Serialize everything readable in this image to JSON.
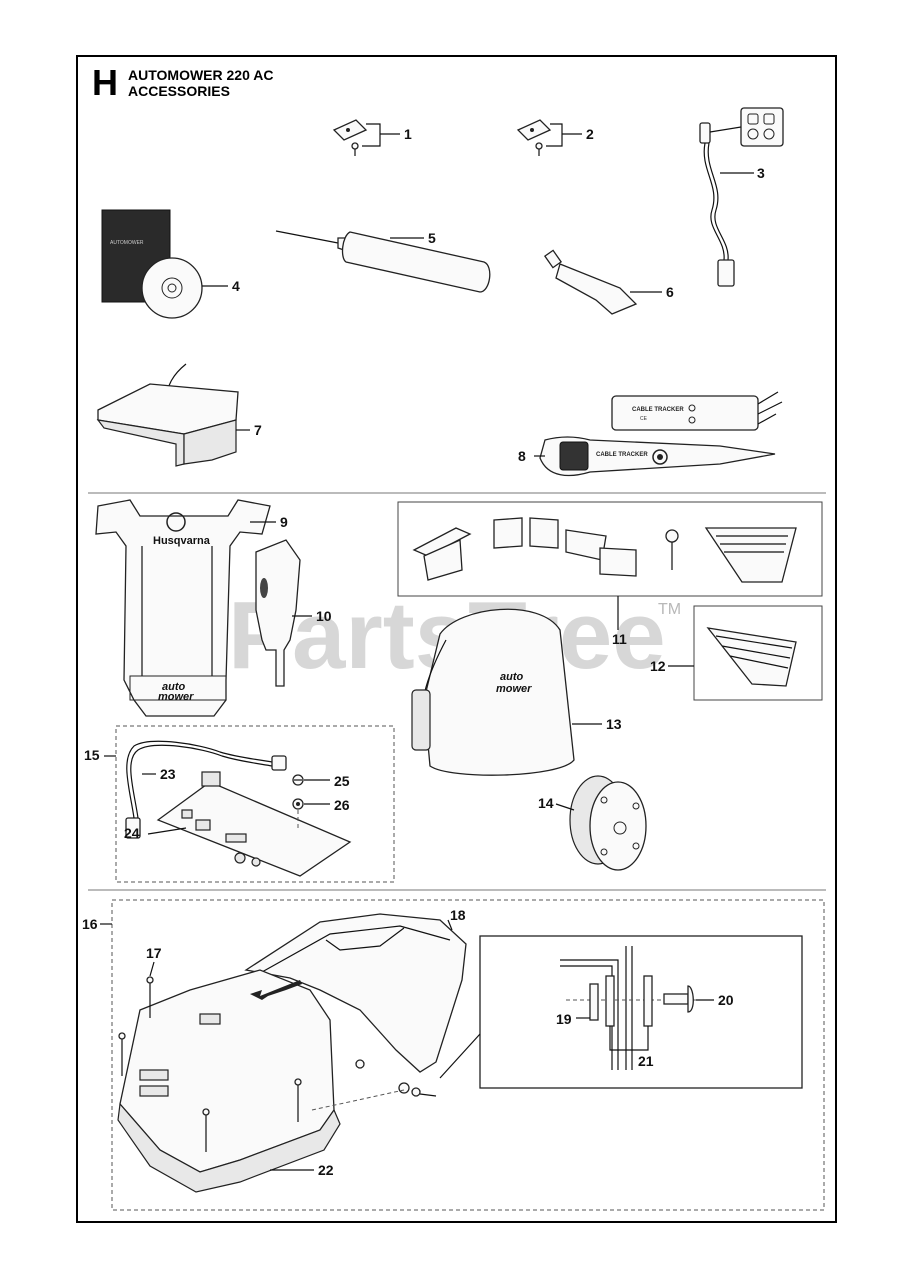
{
  "header": {
    "section_letter": "H",
    "title_line1": "AUTOMOWER 220 AC",
    "title_line2": "ACCESSORIES"
  },
  "watermark": {
    "text": "PartsTree",
    "trademark": "TM"
  },
  "callouts": {
    "c1": "1",
    "c2": "2",
    "c3": "3",
    "c4": "4",
    "c5": "5",
    "c6": "6",
    "c7": "7",
    "c8": "8",
    "c9": "9",
    "c10": "10",
    "c11": "11",
    "c12": "12",
    "c13": "13",
    "c14": "14",
    "c15": "15",
    "c16": "16",
    "c17": "17",
    "c18": "18",
    "c19": "19",
    "c20": "20",
    "c21": "21",
    "c22": "22",
    "c23": "23",
    "c24": "24",
    "c25": "25",
    "c26": "26"
  },
  "product_labels": {
    "cable_tracker_receiver": "CABLE TRACKER",
    "cable_tracker_sender": "CABLE TRACKER",
    "ce_mark": "CE",
    "charging_plate_brand": "Husqvarna",
    "charging_plate_model_1": "auto",
    "charging_plate_model_2": "mower",
    "bag_model_1": "auto",
    "bag_model_2": "mower",
    "manual_cover": "AUTOMOWER"
  },
  "colors": {
    "line": "#111111",
    "watermark": "#b8b8b8",
    "frame": "#000000"
  }
}
